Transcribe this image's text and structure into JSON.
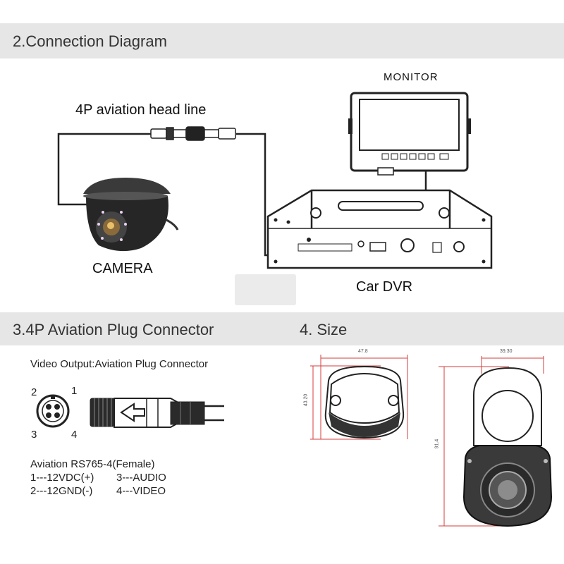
{
  "section2": {
    "title": "2.Connection Diagram",
    "label_monitor": "MONITOR",
    "label_cable": "4P aviation head line",
    "label_camera": "CAMERA",
    "label_dvr": "Car DVR"
  },
  "section3": {
    "title": "3.4P  Aviation Plug Connector",
    "subtitle": "Video Output:Aviation Plug Connector",
    "pin_labels": [
      "2",
      "1",
      "3",
      "4"
    ],
    "model": "Aviation RS765-4(Female)",
    "pins": [
      "1---12VDC(+)",
      "3---AUDIO",
      "2---12GND(-)",
      "4---VIDEO"
    ]
  },
  "section4": {
    "title": "4.  Size",
    "dims": {
      "front_width": "47.8",
      "front_height": "43.20",
      "side_width": "39.30",
      "side_height": "91.4"
    }
  }
}
